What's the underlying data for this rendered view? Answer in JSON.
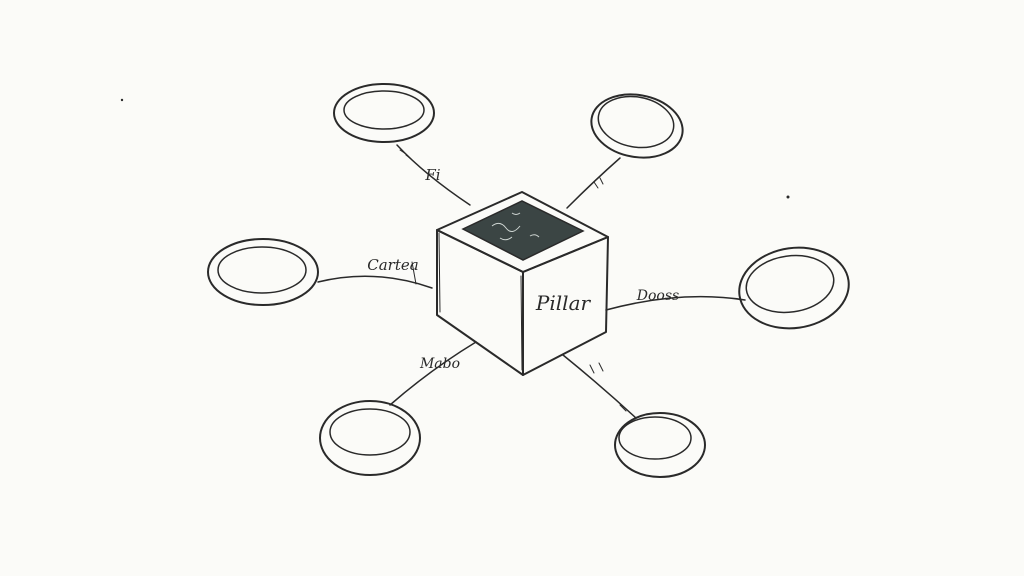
{
  "diagram": {
    "center": {
      "label": "Pillar"
    },
    "connections": [
      {
        "label": "Fi"
      },
      {
        "label": ""
      },
      {
        "label": "Cartea"
      },
      {
        "label": "Dooss"
      },
      {
        "label": "Mabo"
      },
      {
        "label": ""
      }
    ]
  },
  "colors": {
    "background": "#fbfbf8",
    "ink": "#2a2a2a",
    "cube_top": "#3b4544"
  }
}
